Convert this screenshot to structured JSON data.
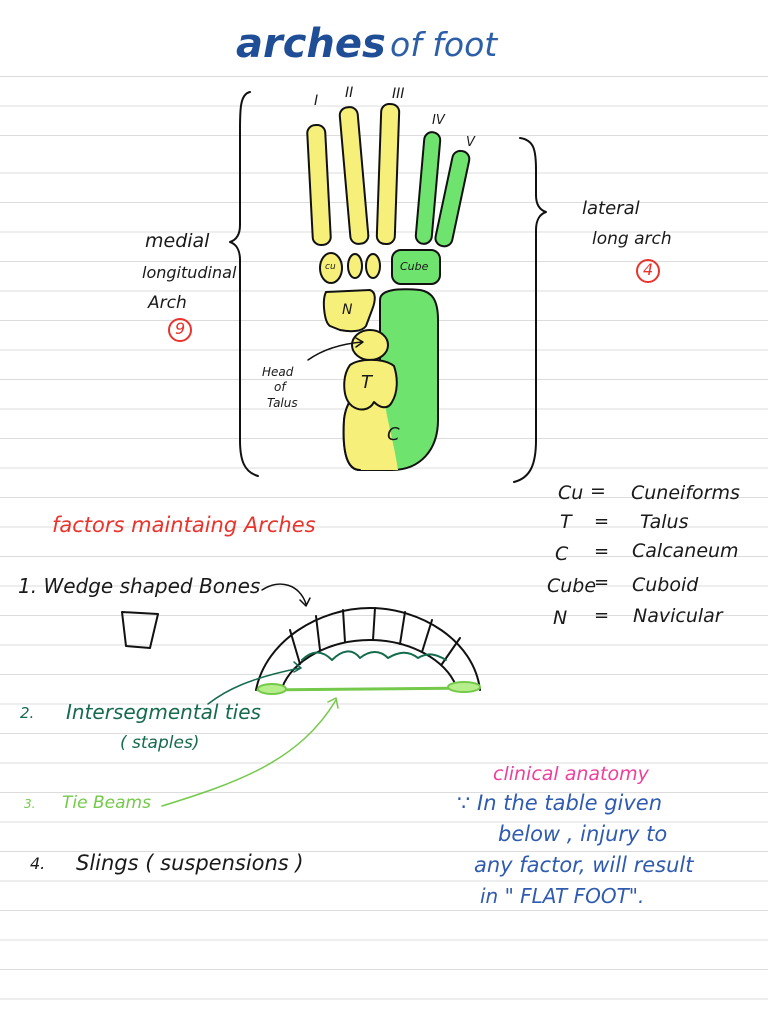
{
  "title": {
    "main": "arches",
    "sub": "of foot"
  },
  "toe_labels": [
    "I",
    "II",
    "III",
    "IV",
    "V"
  ],
  "bone_labels": {
    "cu": "cu",
    "cube": "Cube",
    "n": "N",
    "t": "T",
    "c": "C"
  },
  "medial": {
    "line1": "medial",
    "line2": "longitudinal",
    "line3": "Arch",
    "count": "9"
  },
  "lateral": {
    "line1": "lateral",
    "line2": "long arch",
    "count": "4"
  },
  "head_label": {
    "line1": "Head",
    "line2": "of",
    "line3": "Talus"
  },
  "legend": [
    {
      "abbr": "Cu",
      "eq": "=",
      "full": "Cuneiforms"
    },
    {
      "abbr": "T",
      "eq": "=",
      "full": "Talus"
    },
    {
      "abbr": "C",
      "eq": "=",
      "full": "Calcaneum"
    },
    {
      "abbr": "Cube",
      "eq": "=",
      "full": "Cuboid"
    },
    {
      "abbr": "N",
      "eq": "=",
      "full": "Navicular"
    }
  ],
  "factors": {
    "heading": "factors maintaing Arches",
    "f1": "1.  Wedge shaped Bones",
    "f2_num": "2.",
    "f2": "Intersegmental ties",
    "f2_sub": "( staples)",
    "f3_num": "3.",
    "f3": "Tie Beams",
    "f4_num": "4.",
    "f4": "Slings ( suspensions )"
  },
  "clinical": {
    "heading": "clinical anatomy",
    "line1": "∵ In the table given",
    "line2": "below , injury to",
    "line3": "any factor, will result",
    "line4": "in     \" FLAT FOOT\"."
  },
  "colors": {
    "yellow": "#f6f07a",
    "green": "#6ee36e",
    "title": "#1f4e97",
    "red": "#e8342d",
    "darkgreen": "#156b4b",
    "lightgreen": "#74c94b",
    "pink": "#ef3f9c",
    "blue": "#2f5bb0"
  }
}
